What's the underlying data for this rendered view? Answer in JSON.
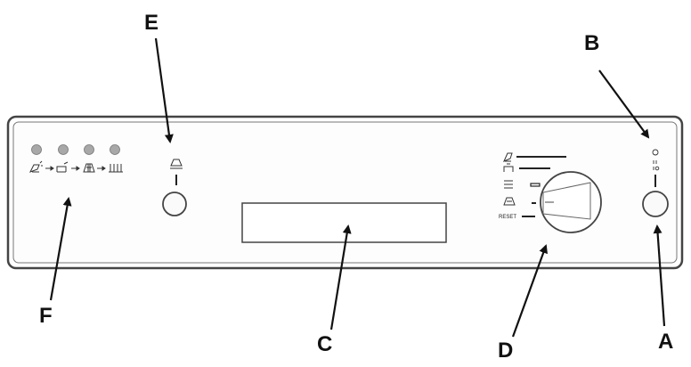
{
  "callouts": {
    "A": "A",
    "B": "B",
    "C": "C",
    "D": "D",
    "E": "E",
    "F": "F"
  },
  "program_text": {
    "reset": "RESET"
  },
  "colors": {
    "panel_outline": "#555555",
    "panel_face": "#fdfdfd",
    "indicator_light": "#a8a8a8",
    "line": "#222222"
  },
  "icons": {
    "program_indicators": [
      "prewash-icon",
      "wash-icon",
      "rinse-icon",
      "dry-icon"
    ],
    "half_load": "half-load-icon",
    "programs": [
      "intensive-program-icon",
      "normal-program-icon",
      "eco-program-icon",
      "rinse-program-icon"
    ],
    "power": "power-symbol-icon"
  }
}
